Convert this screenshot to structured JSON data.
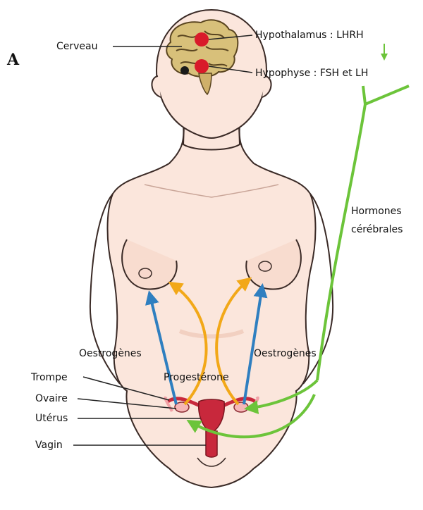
{
  "panel_letter": "A",
  "labels": {
    "cerveau": "Cerveau",
    "hypothalamus": "Hypothalamus : LHRH",
    "hypophyse": "Hypophyse : FSH et LH",
    "hormones_line1": "Hormones",
    "hormones_line2": "cérébrales",
    "oestrogenes_left": "Oestrogènes",
    "oestrogenes_right": "Oestrogènes",
    "progesterone": "Progestérone",
    "trompe": "Trompe",
    "ovaire": "Ovaire",
    "uterus": "Utérus",
    "vagin": "Vagin"
  },
  "colors": {
    "skin": "#fbe6dc",
    "skin_shade": "#f2c7b6",
    "outline": "#3a2a26",
    "brain": "#d8c07a",
    "brain_fold": "#5a4520",
    "gland_dot": "#d91a2a",
    "hormone_arrow": "#6cc43a",
    "oestrogen_arrow": "#2f7fc0",
    "progesterone_arrow": "#f2a818",
    "uterus": "#c8283c",
    "ovary": "#f6b7b7",
    "leader_line": "#222222"
  },
  "icons": {
    "brain": "brain-icon",
    "hypothalamus_dot": "red-dot-icon",
    "hypophyse_dot": "red-dot-icon",
    "uterus": "uterus-icon"
  }
}
